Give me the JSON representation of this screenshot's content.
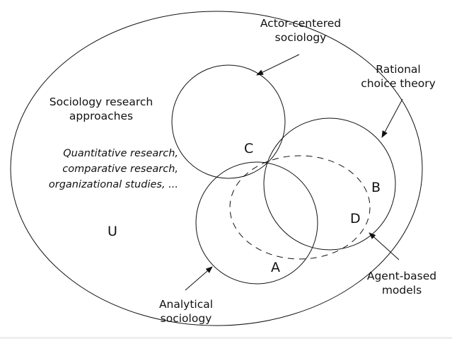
{
  "diagram": {
    "universe_label": [
      "Sociology research",
      "approaches"
    ],
    "examples": [
      "Quantitative research,",
      "comparative research,",
      "organizational studies, ..."
    ],
    "regions": {
      "U": "U",
      "A": "A",
      "B": "B",
      "C": "C",
      "D": "D"
    },
    "sets": {
      "actor": [
        "Actor-centered",
        "sociology"
      ],
      "rational": [
        "Rational",
        "choice theory"
      ],
      "analytical": [
        "Analytical",
        "sociology"
      ],
      "agent": [
        "Agent-based",
        "models"
      ]
    }
  }
}
